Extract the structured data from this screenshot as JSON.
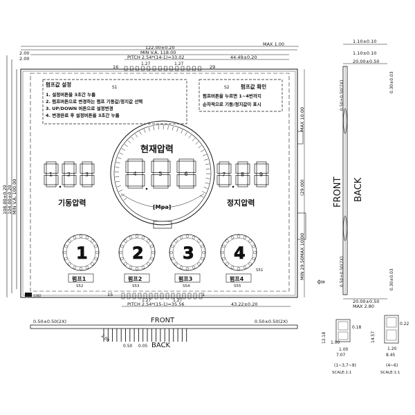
{
  "top": {
    "max_right": "MAX 1.00",
    "overall_width": "122.00±0.20",
    "view_area_width": "MIN V.A. 118.00",
    "pitch_top": "PITCH 2.54*(14-1)=33.02",
    "right_offset_top": "44.49±0.20",
    "pin_first": "16",
    "pin_last": "29",
    "pin_width_1": "1.27",
    "pin_width_2": "1.27",
    "left_margin_top": "2.00",
    "left_margin_2": "2.00"
  },
  "left": {
    "overall_height": "108.00±0.20",
    "module_height": "104.00±0.20",
    "view_area_height": "MIN V.A. 100.00"
  },
  "right_side": {
    "max_10_top": "MAX 10.00",
    "dim_29": "(29.00)",
    "max_10_bottom": "MAX 10.00",
    "min_2950": "MIN 29.50"
  },
  "bottom": {
    "pin_first": "15",
    "pin_last": "1",
    "pin_width_1": "1.27",
    "pin_width_2": "1.27",
    "pitch_bottom": "PITCH 2.54*(15-1)=35.56",
    "right_offset_bottom": "43.22±0.20",
    "corner_code": "1382"
  },
  "instructions": {
    "title": "펌프값 설정",
    "lines": [
      "1. 설정버튼을 3초간 누름",
      "2. 펌프버튼으로 변경하는 펌프 기동값/정지값 선택",
      "3. UP/DOWN 버튼으로 설정변경",
      "4. 변경완료 후 설정버튼을 3초간 누름"
    ],
    "segment_label": "S1"
  },
  "check": {
    "title": "펌프값 확인",
    "segment_label": "S2",
    "lines": [
      "펌프버튼을 누르면 1~4번까지",
      "순차적으로 기동/정지값이 표시"
    ]
  },
  "gauge": {
    "title": "현재압력",
    "unit": "[Mpa]",
    "digits": [
      "4",
      "5",
      "6"
    ]
  },
  "start_display": {
    "label": "기동압력",
    "digits": [
      "1",
      "2",
      "3"
    ]
  },
  "stop_display": {
    "label": "정지압력",
    "digits": [
      "7",
      "8",
      "9"
    ]
  },
  "pumps": [
    {
      "number": "1",
      "label": "펌프1",
      "segment": "S52"
    },
    {
      "number": "2",
      "label": "펌프2",
      "segment": "S53"
    },
    {
      "number": "3",
      "label": "펌프3",
      "segment": "S54"
    },
    {
      "number": "4",
      "label": "펌프4",
      "segment": "S55"
    }
  ],
  "pump_ring_segment": "S51",
  "side_view": {
    "front": "FRONT",
    "back": "BACK",
    "dim_110": "1.10±0.10",
    "dim_110b": "1.10±0.10",
    "dim_2000_top": "20.00±0.50",
    "dim_050_top": "0.50±0.50(2X)",
    "dim_030_top": "0.30±0.03",
    "dim_050_bottom": "0.50±0.50(2X)",
    "dim_030_bottom": "0.30±0.03",
    "dim_2000_bottom": "20.00±0.50",
    "max_280": "MAX 2.80"
  },
  "bottom_view": {
    "front": "FRONT",
    "back": "BACK",
    "left_dim": "0.50±0.50(2X)",
    "right_dim": "0.50±0.50(2X)",
    "pin_dim": "0.50",
    "pin_dim_2": "0.05",
    "angle": "2.00"
  },
  "detail_a": {
    "dims": [
      "12.18",
      "1.00",
      "1.00",
      "7.07",
      "0.18"
    ],
    "caption": "(1~3,7~9)",
    "scale": "SCALE:1:1"
  },
  "detail_b": {
    "dims": [
      "14.57",
      "1.20",
      "8.45",
      "0.22"
    ],
    "caption": "(4~6)",
    "scale": "SCALE:1:1"
  }
}
